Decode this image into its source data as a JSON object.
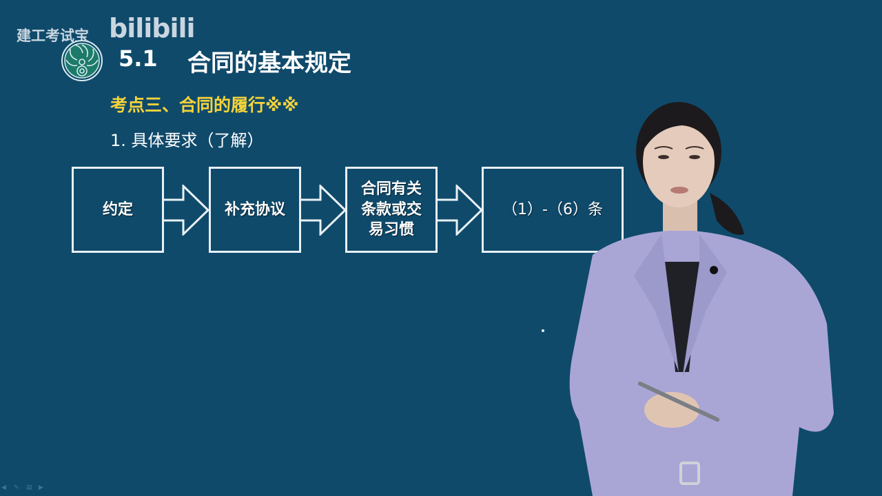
{
  "watermark": {
    "brand_text": "建工考试宝",
    "platform_logo": "bilibili"
  },
  "slide": {
    "section_number": "5.1",
    "section_title": "合同的基本规定",
    "subtitle": "考点三、合同的履行※※",
    "item_heading": "1. 具体要求（了解）",
    "flow": [
      {
        "label": "约定"
      },
      {
        "label": "补充协议"
      },
      {
        "label": "合同有关\n条款或交\n易习惯",
        "lines": [
          "合同有关",
          "条款或交",
          "易习惯"
        ]
      },
      {
        "label": "（1）-（6）条"
      }
    ]
  },
  "colors": {
    "background": "#0f4a6b",
    "title": "#ffffff",
    "subtitle": "#f5d33a",
    "box_border": "#e9f1f5",
    "jacket": "#a9a6d6"
  },
  "icons": {
    "emblem": "brand-emblem-icon",
    "arrows": "right-arrow-icon",
    "slide_controls": [
      "prev-icon",
      "pen-icon",
      "menu-icon",
      "next-icon"
    ]
  }
}
